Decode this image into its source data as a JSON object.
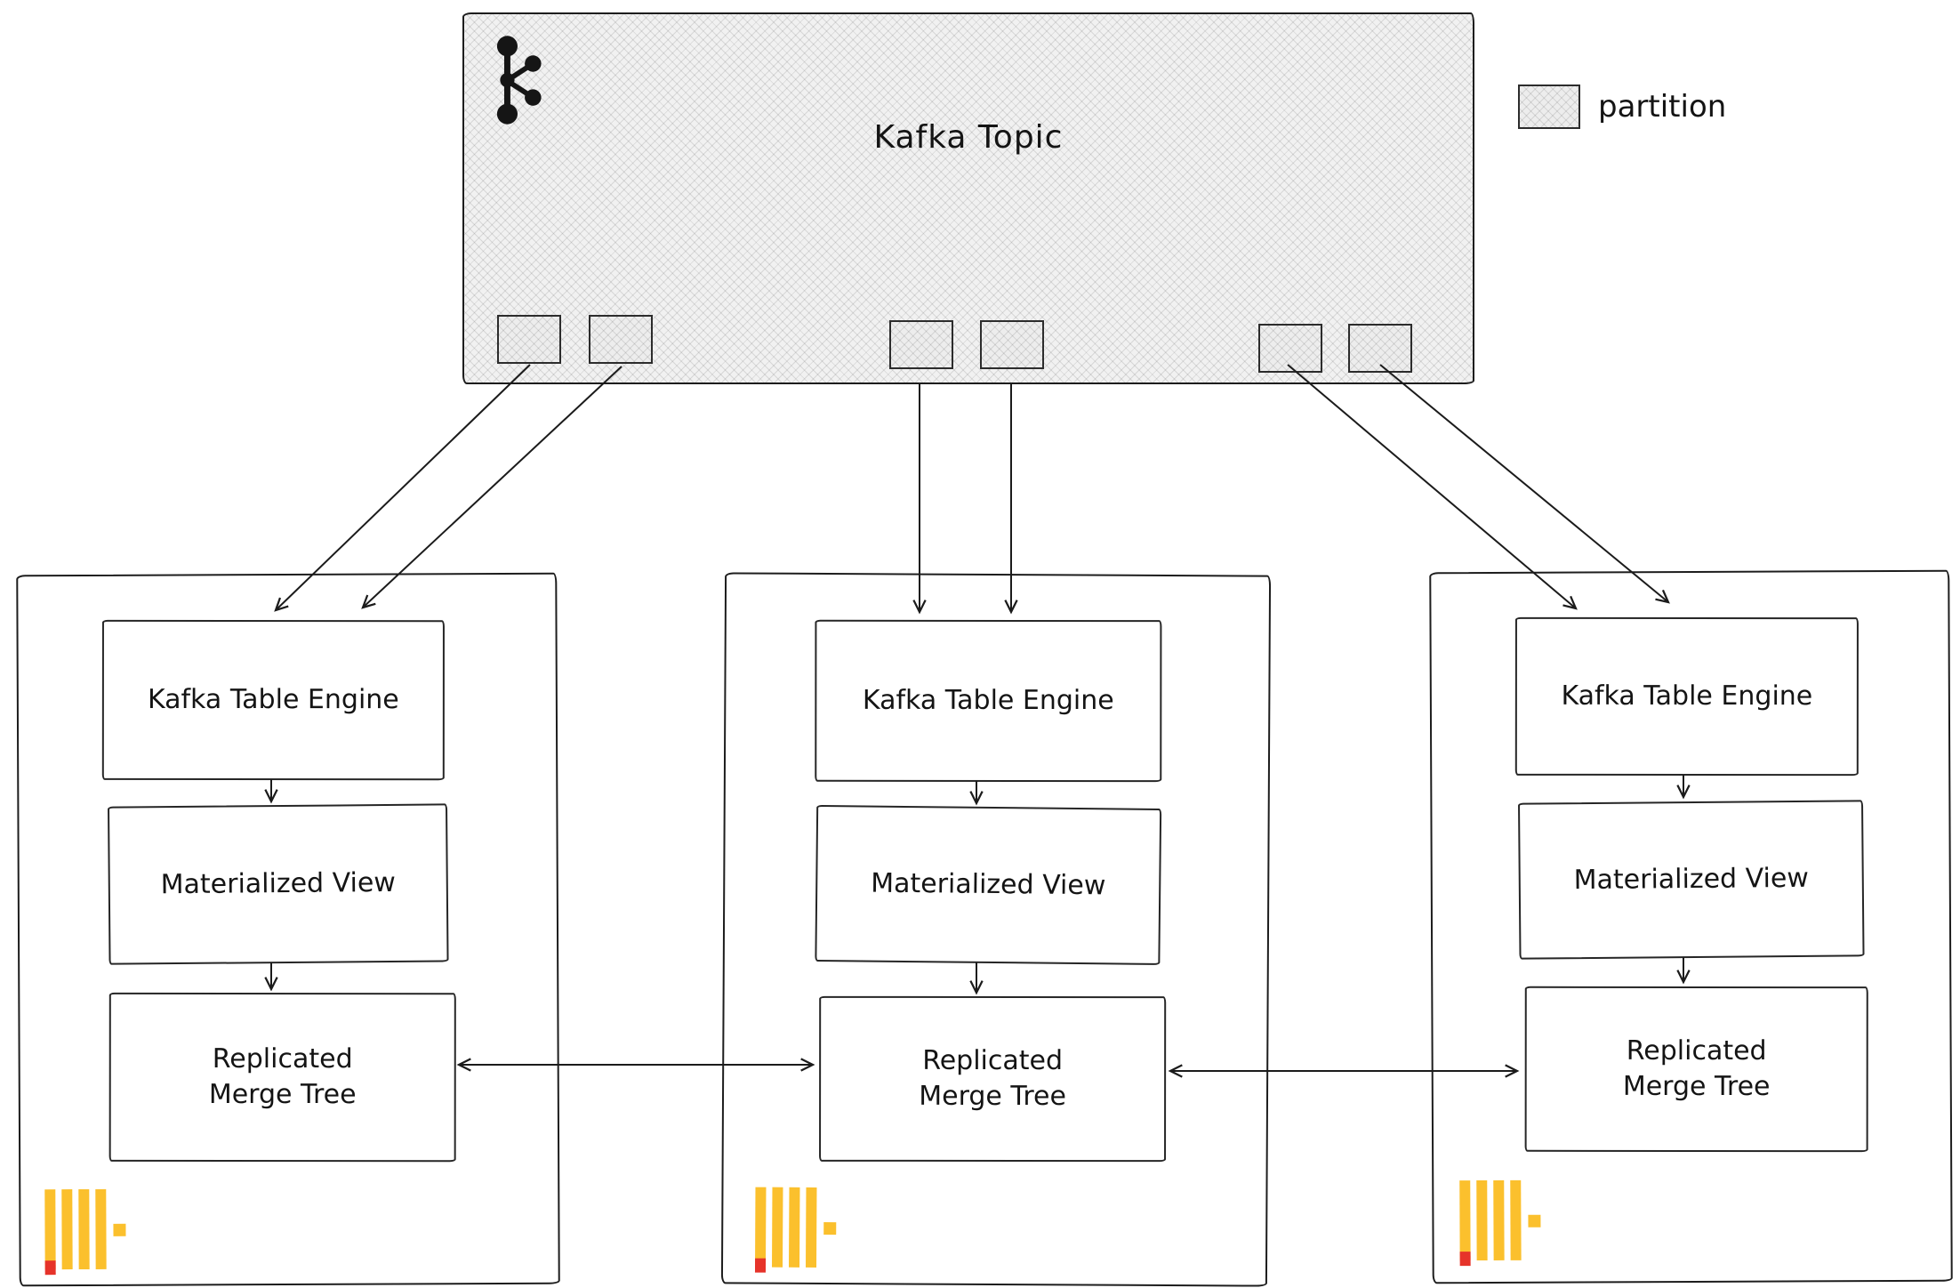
{
  "kafka": {
    "title": "Kafka Topic",
    "partition_count": 6
  },
  "legend": {
    "label": "partition"
  },
  "nodes": [
    {
      "engine": "Kafka Table Engine",
      "view": "Materialized View",
      "rmt_line1": "Replicated",
      "rmt_line2": "Merge Tree"
    },
    {
      "engine": "Kafka Table Engine",
      "view": "Materialized View",
      "rmt_line1": "Replicated",
      "rmt_line2": "Merge Tree"
    },
    {
      "engine": "Kafka Table Engine",
      "view": "Materialized View",
      "rmt_line1": "Replicated",
      "rmt_line2": "Merge Tree"
    }
  ],
  "colors": {
    "clickhouse_yellow": "#FBC02D",
    "clickhouse_red": "#E6332A",
    "ink": "#1b1b1b"
  }
}
